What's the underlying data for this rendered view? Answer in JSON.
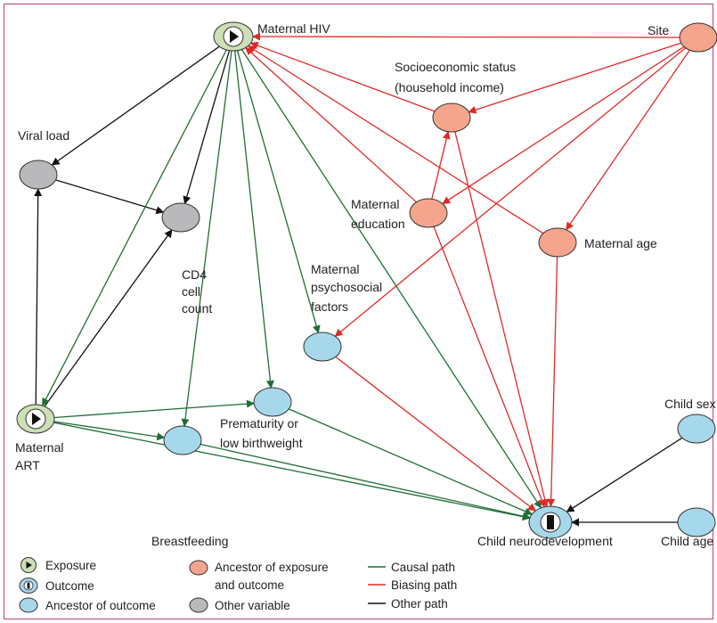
{
  "colors": {
    "exposure_fill": "#cde0b5",
    "ancestor_exposure_outcome_fill": "#f5a58c",
    "ancestor_outcome_fill": "#a6d8ec",
    "other_variable_fill": "#b9b9bc",
    "causal_path": "#1f6e35",
    "biasing_path": "#e02a26",
    "other_path": "#111111",
    "frame_border": "#c0417a"
  },
  "nodes": {
    "maternal_hiv": {
      "label": "Maternal HIV",
      "type": "exposure"
    },
    "site": {
      "label": "Site",
      "type": "ancestor_exposure_outcome"
    },
    "ses": {
      "label_line1": "Socioeconomic status",
      "label_line2": "(household income)",
      "type": "ancestor_exposure_outcome"
    },
    "viral_load": {
      "label": "Viral load",
      "type": "other_variable"
    },
    "cd4": {
      "label_line1": "CD4",
      "label_line2": "cell",
      "label_line3": "count",
      "type": "other_variable"
    },
    "maternal_education": {
      "label_line1": "Maternal",
      "label_line2": "education",
      "type": "ancestor_exposure_outcome"
    },
    "maternal_age": {
      "label": "Maternal age",
      "type": "ancestor_exposure_outcome"
    },
    "psychosocial": {
      "label_line1": "Maternal",
      "label_line2": "psychosocial",
      "label_line3": "factors",
      "type": "ancestor_outcome"
    },
    "maternal_art": {
      "label_line1": "Maternal",
      "label_line2": "ART",
      "type": "exposure"
    },
    "prematurity": {
      "label_line1": "Prematurity or",
      "label_line2": "low birthweight",
      "type": "ancestor_outcome"
    },
    "breastfeeding": {
      "label": "Breastfeeding",
      "type": "ancestor_outcome"
    },
    "child_neuro": {
      "label": "Child neurodevelopment",
      "type": "outcome"
    },
    "child_sex": {
      "label": "Child sex",
      "type": "ancestor_outcome"
    },
    "child_age": {
      "label": "Child age",
      "type": "ancestor_outcome"
    }
  },
  "edges": [
    {
      "from": "maternal_hiv",
      "to": "viral_load",
      "kind": "other"
    },
    {
      "from": "maternal_hiv",
      "to": "cd4",
      "kind": "other"
    },
    {
      "from": "viral_load",
      "to": "cd4",
      "kind": "other"
    },
    {
      "from": "maternal_art",
      "to": "viral_load",
      "kind": "other"
    },
    {
      "from": "maternal_art",
      "to": "cd4",
      "kind": "other"
    },
    {
      "from": "child_sex",
      "to": "child_neuro",
      "kind": "other"
    },
    {
      "from": "child_age",
      "to": "child_neuro",
      "kind": "other"
    },
    {
      "from": "maternal_hiv",
      "to": "maternal_art",
      "kind": "causal"
    },
    {
      "from": "maternal_hiv",
      "to": "breastfeeding",
      "kind": "causal"
    },
    {
      "from": "maternal_hiv",
      "to": "prematurity",
      "kind": "causal"
    },
    {
      "from": "maternal_hiv",
      "to": "psychosocial",
      "kind": "causal"
    },
    {
      "from": "maternal_hiv",
      "to": "child_neuro",
      "kind": "causal"
    },
    {
      "from": "maternal_art",
      "to": "prematurity",
      "kind": "causal"
    },
    {
      "from": "maternal_art",
      "to": "breastfeeding",
      "kind": "causal"
    },
    {
      "from": "maternal_art",
      "to": "child_neuro",
      "kind": "causal"
    },
    {
      "from": "prematurity",
      "to": "child_neuro",
      "kind": "causal"
    },
    {
      "from": "breastfeeding",
      "to": "child_neuro",
      "kind": "causal"
    },
    {
      "from": "site",
      "to": "maternal_hiv",
      "kind": "biasing"
    },
    {
      "from": "ses",
      "to": "maternal_hiv",
      "kind": "biasing"
    },
    {
      "from": "maternal_education",
      "to": "maternal_hiv",
      "kind": "biasing"
    },
    {
      "from": "maternal_age",
      "to": "maternal_hiv",
      "kind": "biasing"
    },
    {
      "from": "site",
      "to": "ses",
      "kind": "biasing"
    },
    {
      "from": "site",
      "to": "maternal_education",
      "kind": "biasing"
    },
    {
      "from": "site",
      "to": "maternal_age",
      "kind": "biasing"
    },
    {
      "from": "site",
      "to": "psychosocial",
      "kind": "biasing"
    },
    {
      "from": "maternal_education",
      "to": "ses",
      "kind": "biasing"
    },
    {
      "from": "ses",
      "to": "child_neuro",
      "kind": "biasing"
    },
    {
      "from": "maternal_education",
      "to": "child_neuro",
      "kind": "biasing"
    },
    {
      "from": "maternal_age",
      "to": "child_neuro",
      "kind": "biasing"
    },
    {
      "from": "psychosocial",
      "to": "child_neuro",
      "kind": "biasing"
    }
  ],
  "legend": {
    "exposure": "Exposure",
    "outcome": "Outcome",
    "ancestor_outcome": "Ancestor of outcome",
    "ancestor_exposure_outcome_line1": "Ancestor of exposure",
    "ancestor_exposure_outcome_line2": "and outcome",
    "other_variable": "Other variable",
    "causal_path": "Causal path",
    "biasing_path": "Biasing path",
    "other_path": "Other path"
  }
}
